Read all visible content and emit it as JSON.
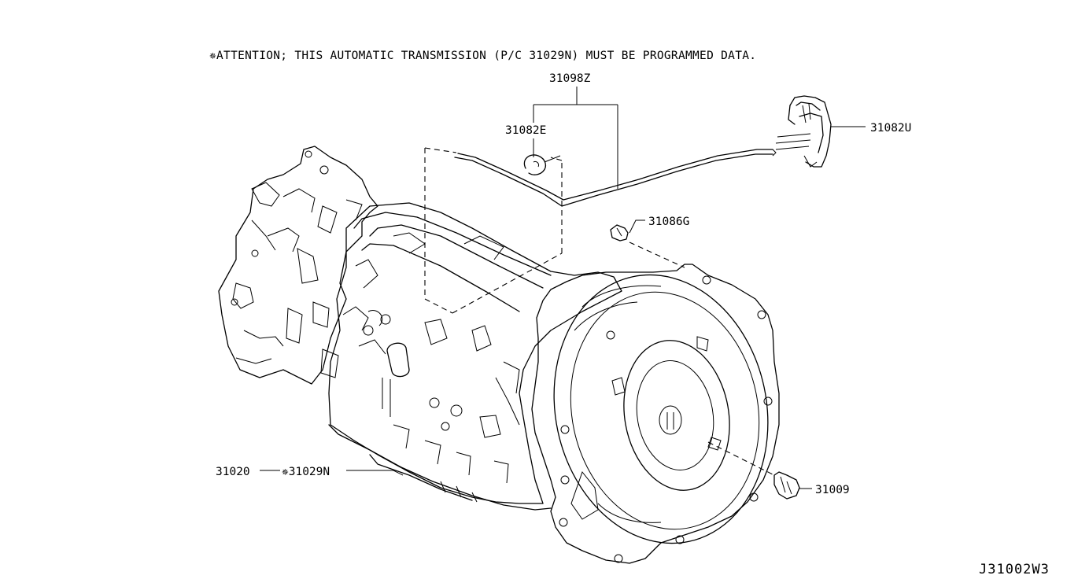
{
  "attention_note": "✵ATTENTION; THIS AUTOMATIC TRANSMISSION (P/C  31029N) MUST BE PROGRAMMED DATA.",
  "labels": {
    "harness_assy": "31098Z",
    "clip": "31082E",
    "connector": "31082U",
    "bolt_upper": "31086G",
    "bolt_lower": "31009",
    "transmission_assy": "31020",
    "transmission_pc": "✵31029N"
  },
  "diagram_code": "J31002W3"
}
